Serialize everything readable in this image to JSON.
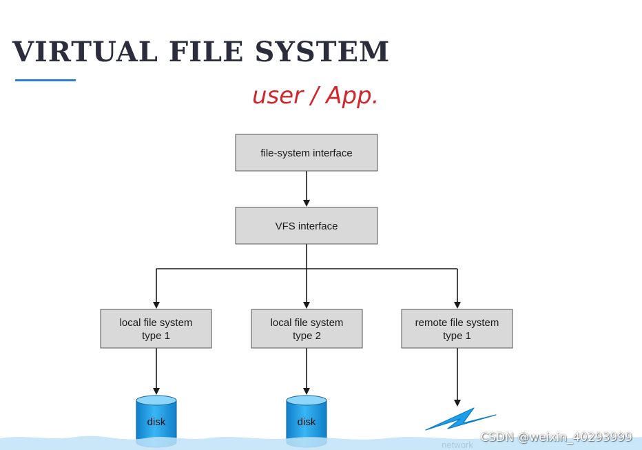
{
  "slide": {
    "title": "VIRTUAL FILE SYSTEM",
    "handwritten_note": "user / App.",
    "accent_color": "#2a7fd8",
    "ink_color": "#d0262d"
  },
  "diagram": {
    "box_fill": "#d9d9d9",
    "disk_color": "#1e9ee8",
    "network_color": "#1e9ee8",
    "nodes": {
      "fs_interface": {
        "label": "file-system interface"
      },
      "vfs_interface": {
        "label": "VFS interface"
      },
      "local_fs_1": {
        "line1": "local file system",
        "line2": "type 1"
      },
      "local_fs_2": {
        "line1": "local file system",
        "line2": "type 2"
      },
      "remote_fs_1": {
        "line1": "remote file system",
        "line2": "type 1"
      },
      "disk_1": {
        "label": "disk"
      },
      "disk_2": {
        "label": "disk"
      },
      "network": {
        "label": "network"
      }
    }
  },
  "watermark": {
    "text": "CSDN @weixin_40293999"
  }
}
